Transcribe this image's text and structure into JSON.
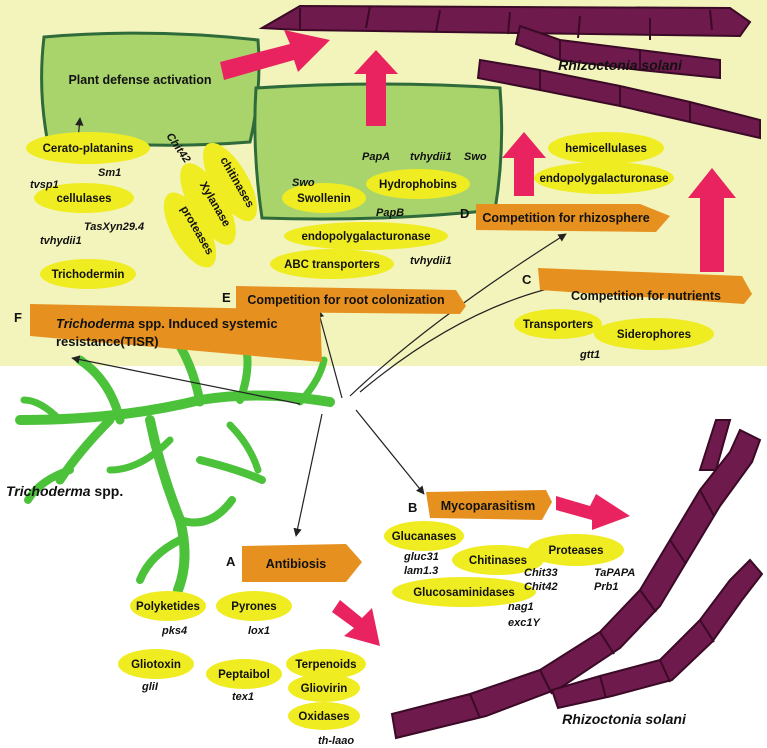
{
  "colors": {
    "panel_background": "#f3f4bb",
    "plant_cell": "#a9d46b",
    "plant_cell_border": "#2f6a3a",
    "ellipse_fill": "#f0ec22",
    "box_fill": "#e5901f",
    "pink_arrow": "#e8235f",
    "fungus_segment": "#6f1a4d",
    "fungus_outline": "#3b0a26",
    "trichoderma_green": "#4cc23b"
  },
  "organisms": {
    "rhizoctonia_top": "Rhizoctonia solani",
    "rhizoctonia_bottom": "Rhizoctonia solani",
    "trichoderma_name": "Trichoderma",
    "trichoderma_suffix": " spp."
  },
  "mechanisms": {
    "A": {
      "letter": "A",
      "label": "Antibiosis"
    },
    "B": {
      "letter": "B",
      "label": "Mycoparasitism"
    },
    "C": {
      "letter": "C",
      "label": "Competition for nutrients"
    },
    "D": {
      "letter": "D",
      "label": "Competition for rhizosphere"
    },
    "E": {
      "letter": "E",
      "label": "Competition for root colonization"
    },
    "F": {
      "letter": "F",
      "label_italic": "Trichoderma",
      "label_rest": " spp. Induced systemic",
      "label_line2": "resistance(TISR)"
    }
  },
  "plant": {
    "defense_label": "Plant defense activation"
  },
  "compounds": {
    "cerato_platanins": "Cerato-platanins",
    "cellulases": "cellulases",
    "trichodermin": "Trichodermin",
    "chitinases_rot": "chitinases",
    "xylanase": "Xylanase",
    "proteases_rot": "proteases",
    "hydrophobins": "Hydrophobins",
    "swollenin": "Swollenin",
    "endopg_mid": "endopolygalacturonase",
    "abc_transporters": "ABC transporters",
    "hemicellulases": "hemicellulases",
    "endopg_right": "endopolygalacturonase",
    "transporters": "Transporters",
    "siderophores": "Siderophores",
    "glucanases": "Glucanases",
    "chitinases_b": "Chitinases",
    "proteases_b": "Proteases",
    "glucosaminidases": "Glucosaminidases",
    "polyketides": "Polyketides",
    "pyrones": "Pyrones",
    "gliotoxin": "Gliotoxin",
    "peptaibol": "Peptaibol",
    "terpenoids": "Terpenoids",
    "gliovirin": "Gliovirin",
    "oxidases": "Oxidases"
  },
  "genes": {
    "chit42_top": "Chit42",
    "sm1": "Sm1",
    "tvsp1": "tvsp1",
    "tasxyn": "TasXyn29.4",
    "tvhydii1_left": "tvhydii1",
    "papa": "PapA",
    "tvhydii1_cell": "tvhydii1",
    "swo_cell": "Swo",
    "swo": "Swo",
    "papb": "PapB",
    "tvhydii1_mid": "tvhydii1",
    "gtt1": "gtt1",
    "gluc31": "gluc31",
    "lam13": "lam1.3",
    "chit33": "Chit33",
    "chit42_b": "Chit42",
    "tapapa": "TaPAPA",
    "prb1": "Prb1",
    "nag1": "nag1",
    "exc1y": "exc1Y",
    "pks4": "pks4",
    "lox1": "lox1",
    "glil": "gliI",
    "tex1": "tex1",
    "th_laao": "th-laao"
  }
}
